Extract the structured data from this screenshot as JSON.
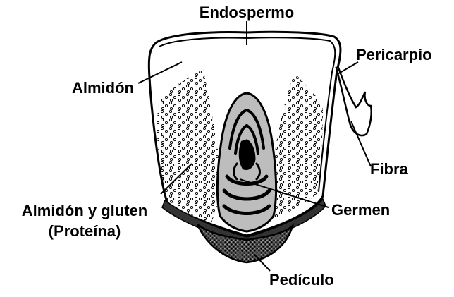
{
  "labels": {
    "endospermo": "Endospermo",
    "pericarpio": "Pericarpio",
    "almidon": "Almidón",
    "fibra": "Fibra",
    "almidon_gluten_line1": "Almidón y gluten",
    "almidon_gluten_line2": "(Proteína)",
    "germen": "Germen",
    "pediculo": "Pedículo"
  },
  "colors": {
    "line": "#000000",
    "germ_fill": "#b8b8b8",
    "background": "#ffffff"
  }
}
